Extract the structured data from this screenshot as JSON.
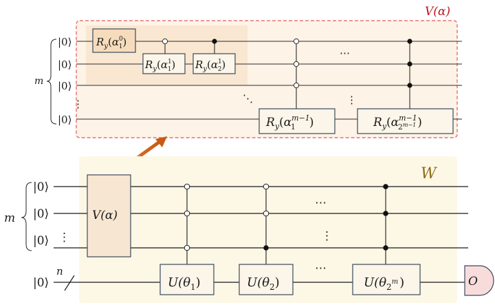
{
  "colors": {
    "top_panel_fill": "#fdf3e6",
    "top_inner_fill": "#f8e4cc",
    "top_border": "#e05a5a",
    "bottom_panel_fill": "#fdf7e6",
    "gate_fill": "#fbf5ea",
    "v_gate_fill": "#f7e6d2",
    "first_gate_fill": "#f6dcbc",
    "arrow": "#d2691e",
    "arrow_light": "#e8a060",
    "measure_fill": "#f8dcdc",
    "v_label": "#c0141c",
    "w_label": "#8a6d1a",
    "wire": "#2b2b2b"
  },
  "top": {
    "title": "V(α)",
    "register_label": "m",
    "inputs": [
      "|0⟩",
      "|0⟩",
      "|0⟩",
      "|0⟩"
    ],
    "gates": {
      "g0": {
        "base": "R",
        "sub": "y",
        "param": "α",
        "sup": "0",
        "idx": "1"
      },
      "g1": {
        "base": "R",
        "sub": "y",
        "param": "α",
        "sup": "1",
        "idx": "1"
      },
      "g2": {
        "base": "R",
        "sub": "y",
        "param": "α",
        "sup": "1",
        "idx": "2"
      },
      "g3": {
        "base": "R",
        "sub": "y",
        "param": "α",
        "sup": "m−1",
        "idx": "1"
      },
      "g4": {
        "base": "R",
        "sub": "y",
        "param": "α",
        "sup": "m−1",
        "idx": "2",
        "idx_sup": "m−1"
      }
    },
    "ellipsis_h": "⋯",
    "ellipsis_v": "⋮",
    "ellipsis_d": "⋱"
  },
  "bottom": {
    "title": "W",
    "register_label": "m",
    "ancilla_label": "n",
    "inputs": [
      "|0⟩",
      "|0⟩",
      "|0⟩",
      "|0⟩"
    ],
    "v_gate": "V(α)",
    "u_gates": [
      {
        "base": "U(θ",
        "idx": "1",
        "close": ")"
      },
      {
        "base": "U(θ",
        "idx": "2",
        "close": ")"
      },
      {
        "base": "U(θ",
        "idx": "2",
        "idx_sup": "m",
        "close": ")"
      }
    ],
    "measure": "O",
    "ellipsis_h": "⋯",
    "ellipsis_v": "⋮"
  }
}
